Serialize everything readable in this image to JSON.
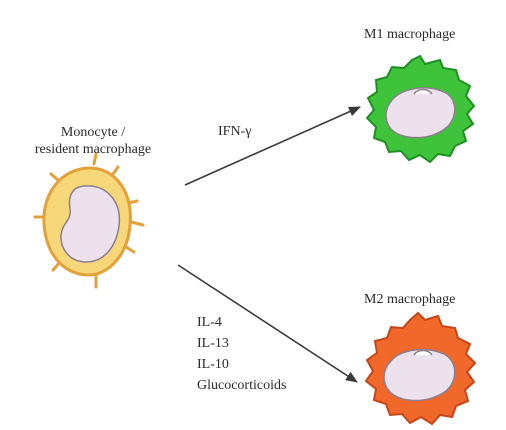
{
  "source_cell": {
    "label_line1": "Monocyte /",
    "label_line2": "resident macrophage",
    "membrane_color": "#f6d77a",
    "outline_color": "#e2a13a",
    "nucleus_color": "#ece1ec"
  },
  "m1": {
    "label": "M1 macrophage",
    "stimulus": "IFN-γ",
    "color": "#3ec33a",
    "outline_color": "#1f8f22"
  },
  "m2": {
    "label": "M2 macrophage",
    "stimuli": [
      "IL-4",
      "IL-13",
      "IL-10",
      "Glucocorticoids"
    ],
    "color": "#f0682a",
    "outline_color": "#c5461a"
  },
  "arrow_color": "#3a3a3a"
}
